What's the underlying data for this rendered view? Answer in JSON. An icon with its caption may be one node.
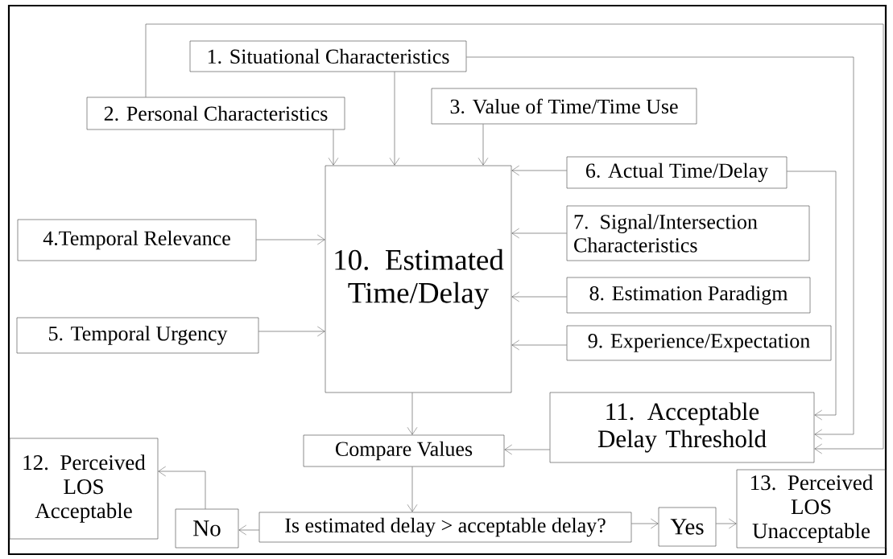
{
  "diagram": {
    "nodes": [
      {
        "text": [
          "1. Situational Characteristics"
        ]
      },
      {
        "text": [
          "2. Personal Characteristics"
        ]
      },
      {
        "text": [
          "3.  Value of Time/Time Use"
        ]
      },
      {
        "text": [
          "4.Temporal Relevance"
        ]
      },
      {
        "text": [
          "5. Temporal Urgency"
        ]
      },
      {
        "text": [
          "6. Actual Time/Delay"
        ]
      },
      {
        "text": [
          "7. Signal/Intersection Characteristics"
        ]
      },
      {
        "text": [
          "8. Estimation Paradigm"
        ]
      },
      {
        "text": [
          "9. Experience/Expectation"
        ]
      },
      {
        "text": [
          "10. Estimated Time/Delay"
        ]
      },
      {
        "text": [
          "11. Acceptable Delay Threshold"
        ]
      },
      {
        "text": [
          "Compare Values"
        ]
      },
      {
        "text": [
          "12. Perceived LOS Acceptable"
        ]
      },
      {
        "text": [
          "No"
        ]
      },
      {
        "text": [
          "Is estimated delay > acceptable delay?"
        ]
      },
      {
        "text": [
          "Yes"
        ]
      },
      {
        "text": [
          "13. Perceived LOS Unacceptable"
        ]
      }
    ],
    "edges": [
      {
        "from": 0,
        "to": 9,
        "arrow": "to"
      },
      {
        "from": 1,
        "to": 9,
        "arrow": "to"
      },
      {
        "from": 2,
        "to": 9,
        "arrow": "to"
      },
      {
        "from": 3,
        "to": 9,
        "arrow": "to"
      },
      {
        "from": 4,
        "to": 9,
        "arrow": "to"
      },
      {
        "from": 5,
        "to": 9,
        "arrow": "to"
      },
      {
        "from": 6,
        "to": 9,
        "arrow": "to"
      },
      {
        "from": 7,
        "to": 9,
        "arrow": "to"
      },
      {
        "from": 8,
        "to": 9,
        "arrow": "to"
      },
      {
        "from": 9,
        "to": 11,
        "arrow": "to"
      },
      {
        "from": 10,
        "to": 11,
        "arrow": "to"
      },
      {
        "from": 11,
        "to": 14,
        "arrow": "to"
      },
      {
        "from": 14,
        "to": 13,
        "arrow": "to"
      },
      {
        "from": 13,
        "to": 12,
        "arrow": "to"
      },
      {
        "from": 14,
        "to": 15,
        "arrow": "to"
      },
      {
        "from": 15,
        "to": 16,
        "arrow": "to"
      },
      {
        "from": 5,
        "to": 10,
        "arrow": "to"
      },
      {
        "from": 0,
        "to": 10,
        "arrow": "to"
      },
      {
        "from": 1,
        "to": 10,
        "arrow": "to"
      }
    ]
  }
}
